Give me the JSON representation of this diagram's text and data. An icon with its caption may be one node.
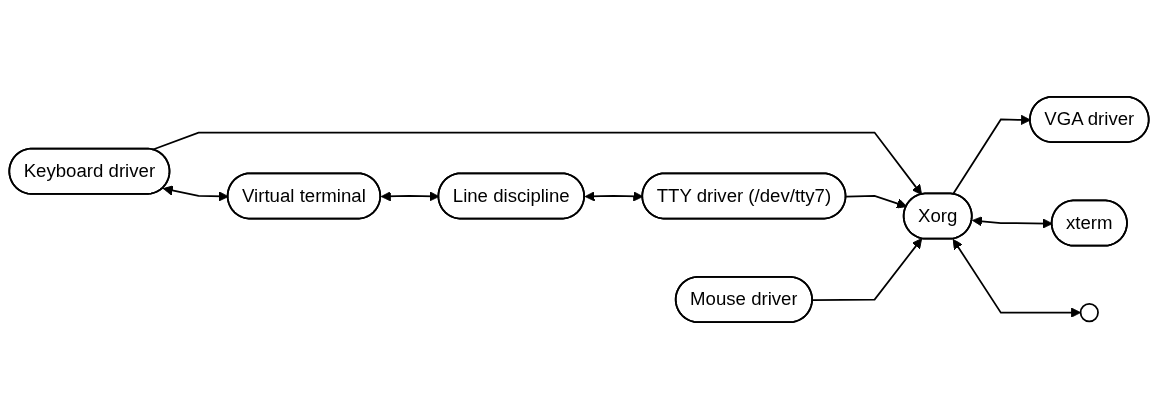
{
  "diagram": {
    "nodes": [
      {
        "text": [
          "VGA driver"
        ]
      },
      {
        "text": [
          "Keyboard driver"
        ]
      },
      {
        "text": [
          "Virtual terminal"
        ]
      },
      {
        "text": [
          "Line discipline"
        ]
      },
      {
        "text": [
          "TTY driver (/dev/tty7)"
        ]
      },
      {
        "text": [
          "Xorg"
        ]
      },
      {
        "text": [
          "Mouse driver"
        ]
      },
      {
        "text": [
          "xterm"
        ]
      },
      {
        "text": [],
        "shape": "circle"
      }
    ],
    "edges": [
      {
        "from": 5,
        "to": 0,
        "arrow": "to"
      },
      {
        "from": 1,
        "to": 5,
        "arrow": "to"
      },
      {
        "from": 1,
        "to": 2,
        "arrow": "both"
      },
      {
        "from": 2,
        "to": 3,
        "arrow": "both"
      },
      {
        "from": 3,
        "to": 4,
        "arrow": "both"
      },
      {
        "from": 4,
        "to": 5,
        "arrow": "to"
      },
      {
        "from": 6,
        "to": 5,
        "arrow": "to"
      },
      {
        "from": 5,
        "to": 7,
        "arrow": "both"
      },
      {
        "from": 5,
        "to": 8,
        "arrow": "both"
      }
    ]
  }
}
